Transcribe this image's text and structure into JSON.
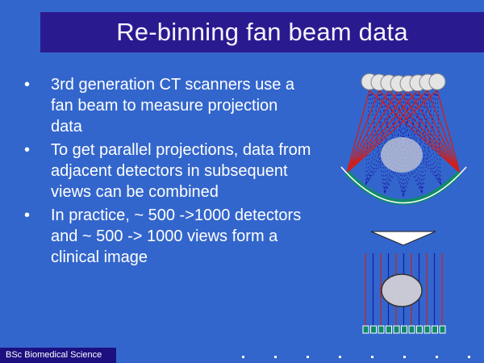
{
  "slide": {
    "title": "Re-binning fan beam data",
    "bullets": [
      "3rd generation CT scanners use a fan beam to measure projection data",
      "To get parallel projections, data from adjacent detectors in subsequent views can be combined",
      "In practice, ~ 500 ->1000 detectors and ~ 500 -> 1000 views form a clinical image"
    ],
    "bullet_symbol": "•",
    "footer": "BSc Biomedical Science"
  },
  "colors": {
    "background": "#3366cc",
    "title_bar": "#2a1a8f",
    "footer_bar": "#1c1080",
    "detector_arc": "#0f8a6a",
    "ray_red": "#cc2020",
    "ray_blue": "#1a1aaa"
  },
  "figure": {
    "top_icon": "x-ray-source-array-icon",
    "middle_icon": "down-arrow-icon",
    "bottom_icon": "parallel-projection-icon"
  }
}
